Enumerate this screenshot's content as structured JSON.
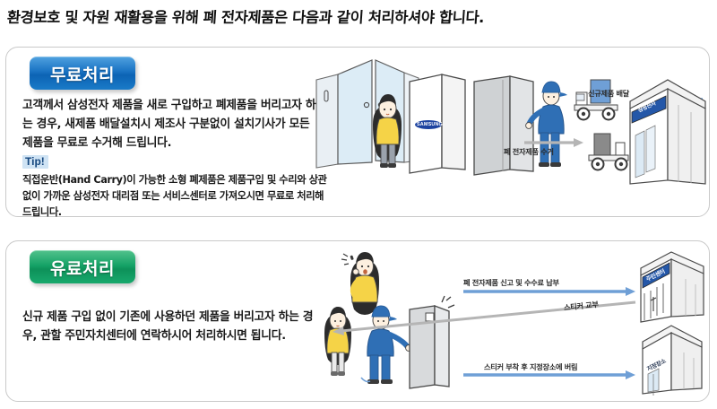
{
  "page": {
    "title": "환경보호 및 자원 재활용을 위해 폐 전자제품은 다음과 같이 처리하셔야 합니다."
  },
  "colors": {
    "badge_blue": "#0c63b4",
    "badge_green": "#0d9159",
    "panel_border": "#c9c9c9",
    "arrow_blue": "#6f9fd6",
    "arrow_gray": "#b5b5b5",
    "tip_highlight": "#cfe3f4",
    "accent_yellow": "#f5d347",
    "uniform_blue": "#2f6fb5"
  },
  "sections": [
    {
      "id": "free",
      "badge_label": "무료처리",
      "badge_color": "#0c63b4",
      "description": "고객께서 삼성전자 제품을 새로 구입하고 폐제품을 버리고자 하는 경우, 새제품 배달설치시 제조사 구분없이 설치기사가 모든 제품을 무료로 수거해 드립니다.",
      "tip": {
        "label": "Tip!",
        "text": "직접운반(Hand Carry)이 가능한 소형 폐제품은 제품구입 및 수리와 상관없이 가까운 삼성전자 대리점 또는 서비스센터로 가져오시면 무료로 처리해 드립니다."
      },
      "flow_labels": [
        {
          "text": "신규제품 배달",
          "direction": "left"
        },
        {
          "text": "폐 전자제품 수거",
          "direction": "right"
        }
      ],
      "illustration_labels": {
        "fridge_brand": "SAMSUNG",
        "store_sign": "삼성전자"
      }
    },
    {
      "id": "paid",
      "badge_label": "유료처리",
      "badge_color": "#0d9159",
      "description": "신규 제품 구입 없이 기존에 사용하던 제품을 버리고자 하는 경우, 관할 주민자치센터에 연락하시어 처리하시면 됩니다.",
      "flow_labels": [
        {
          "text": "폐 전자제품 신고 및 수수료 납부",
          "direction": "right"
        },
        {
          "text": "스티커 교부",
          "direction": "left"
        },
        {
          "text": "스티커 부착 후 지정장소에 버림",
          "direction": "right"
        }
      ],
      "illustration_labels": {
        "center_sign": "주민센터",
        "place_sign": "지정장소"
      }
    }
  ]
}
